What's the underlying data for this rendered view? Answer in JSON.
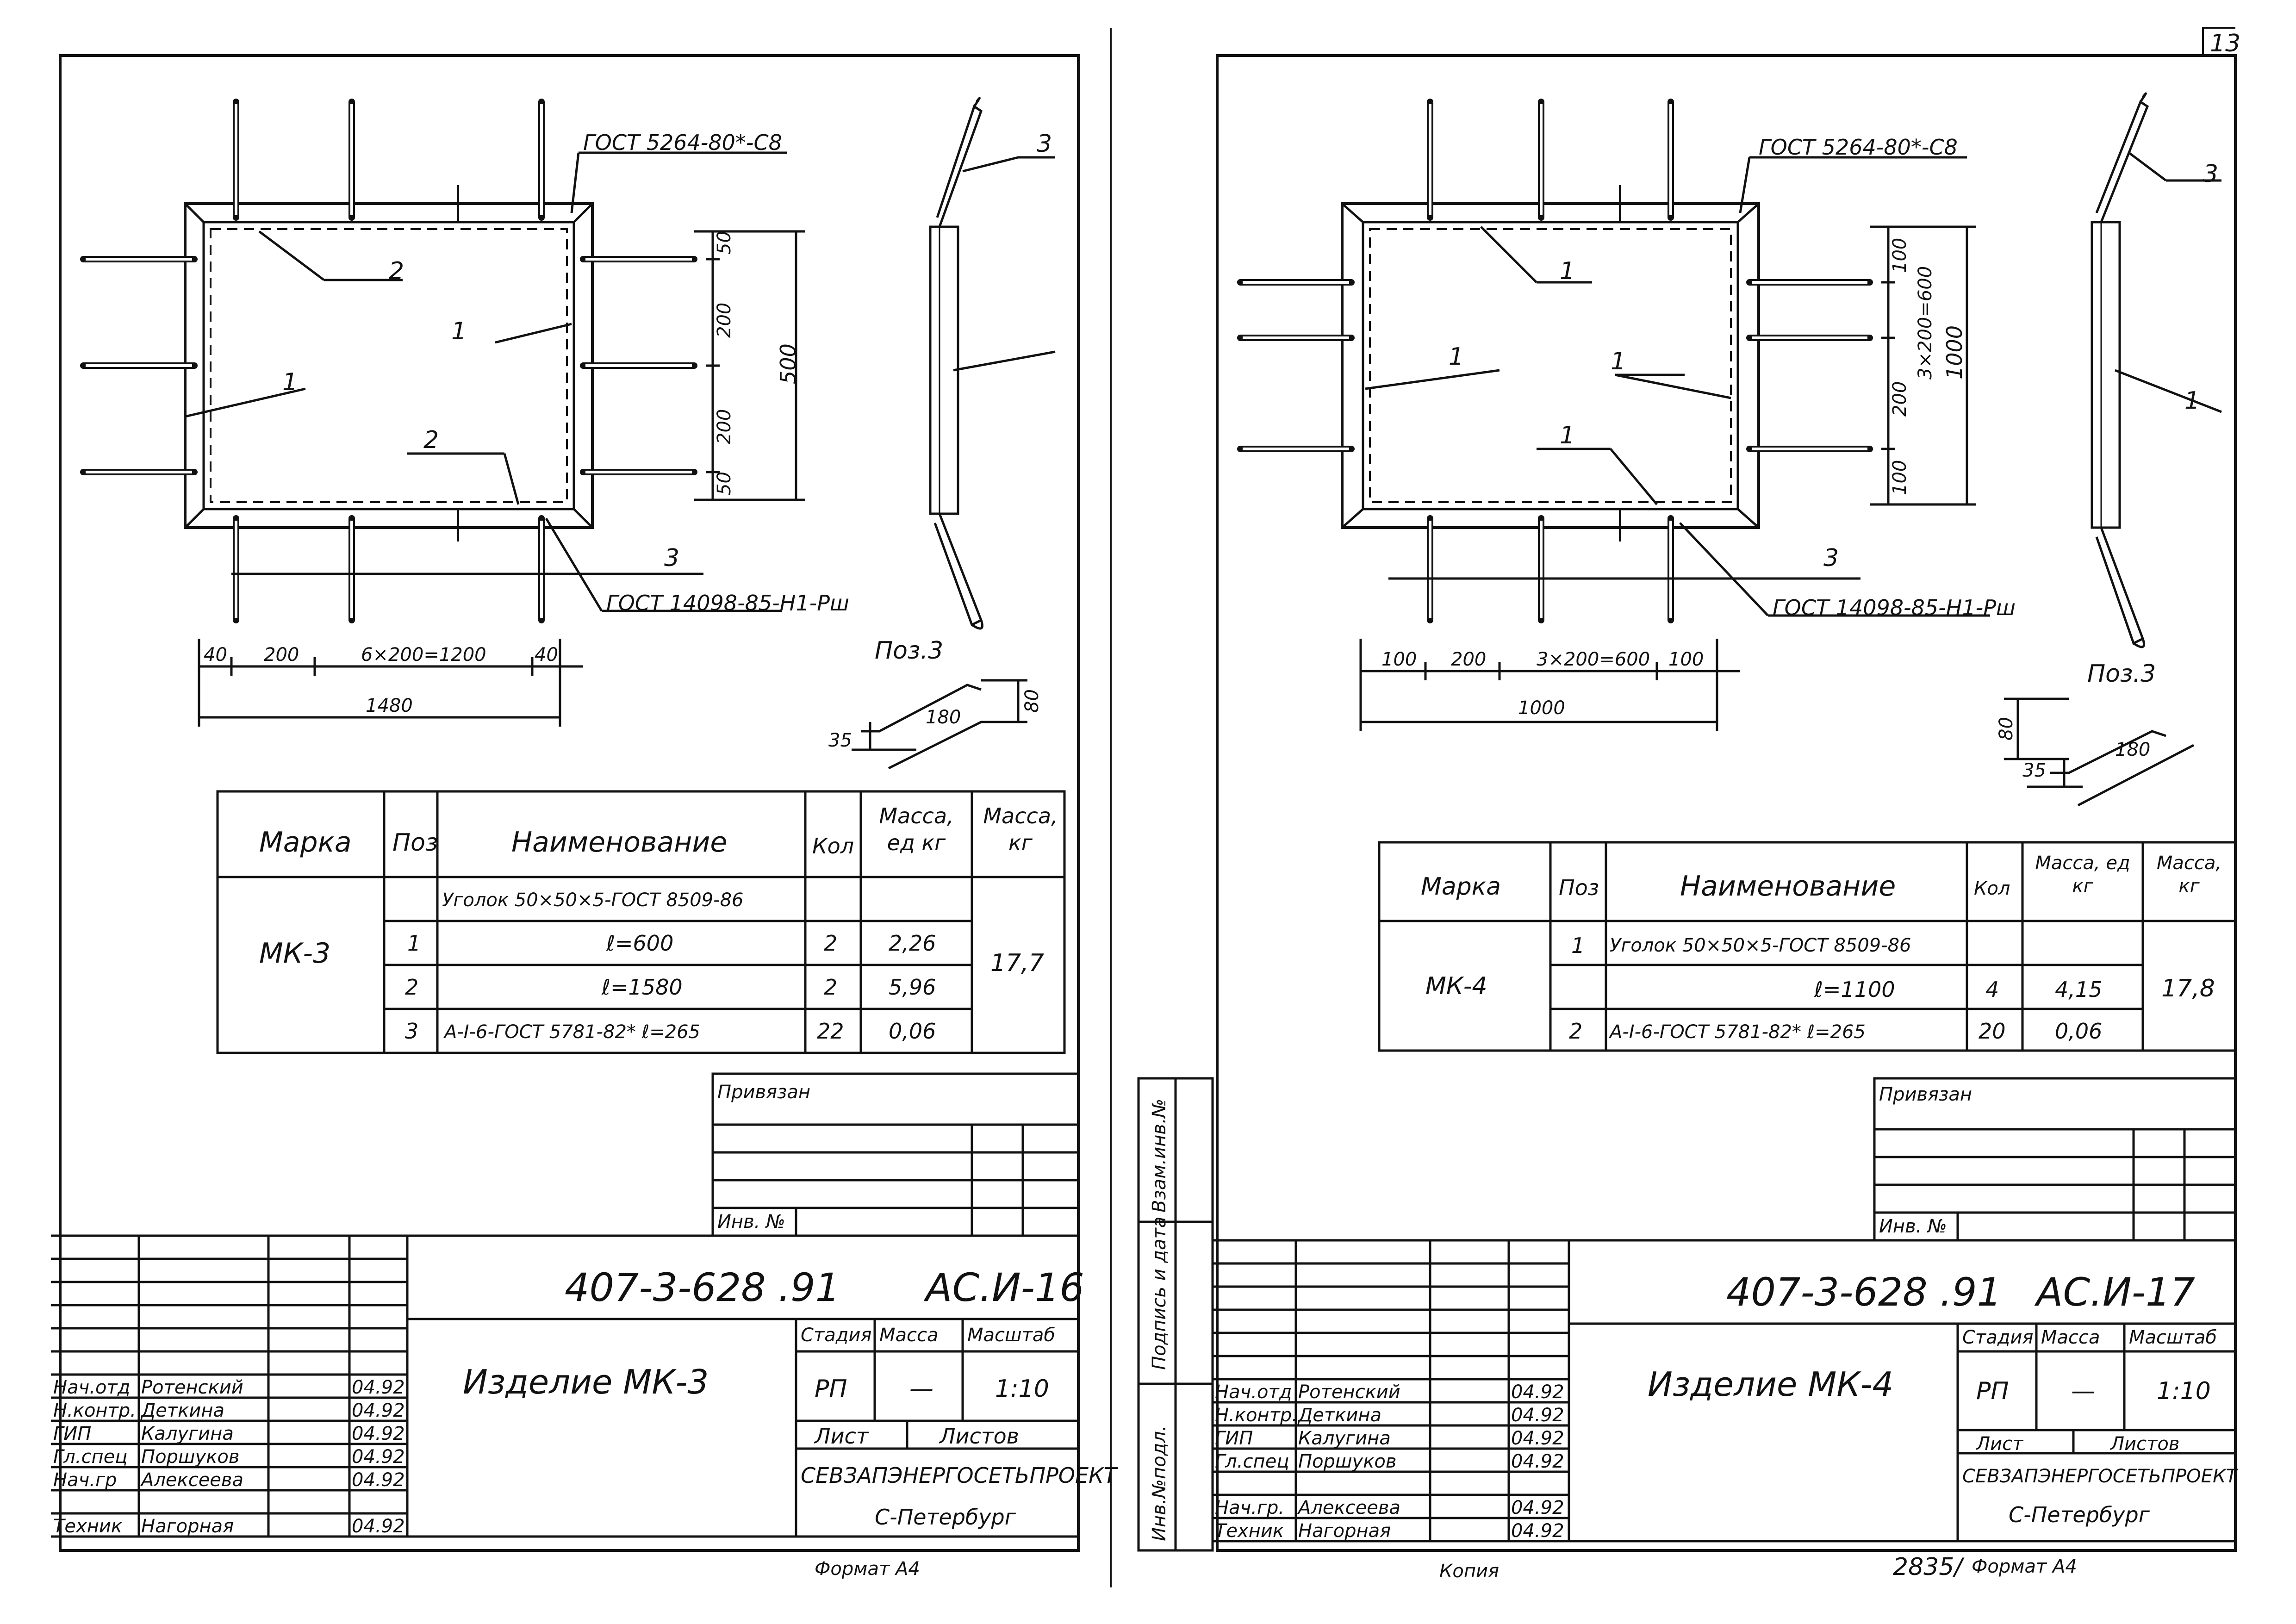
{
  "page_number": "13",
  "sheets": [
    {
      "id": "left",
      "drawing": {
        "gost_weld": "ГОСТ 5264-80*-С8",
        "gost_stud": "ГОСТ 14098-85-Н1-Рш",
        "callouts": [
          "1",
          "1",
          "2",
          "2",
          "3",
          "3"
        ],
        "dims_right": [
          "50",
          "200",
          "200",
          "50"
        ],
        "dim_total_right": "500",
        "dims_bottom": [
          "40",
          "200",
          "6×200=1200",
          "40"
        ],
        "dim_total_bottom": "1480",
        "pos3_title": "Поз.3",
        "pos3_dims": [
          "35",
          "180",
          "80"
        ]
      },
      "spec": {
        "headers": [
          "Марка",
          "Поз",
          "Наименование",
          "Кол",
          "Масса, ед кг",
          "Масса, кг"
        ],
        "mark": "МК-3",
        "total_mass": "17,7",
        "rows": [
          {
            "pos": "",
            "name": "Уголок 50×50×5-ГОСТ 8509-86",
            "qty": "",
            "mass": ""
          },
          {
            "pos": "1",
            "name": "ℓ=600",
            "qty": "2",
            "mass": "2,26"
          },
          {
            "pos": "2",
            "name": "ℓ=1580",
            "qty": "2",
            "mass": "5,96"
          },
          {
            "pos": "3",
            "name": "А-I-6-ГОСТ 5781-82*  ℓ=265",
            "qty": "22",
            "mass": "0,06"
          }
        ]
      },
      "binding": {
        "title": "Привязан",
        "inv": "Инв. №"
      },
      "title_block": {
        "code": "407-3-628 .91",
        "sheet_code": "АС.И-16",
        "name": "Изделие МК-3",
        "stage_label": "Стадия",
        "mass_label": "Масса",
        "scale_label": "Масштаб",
        "stage": "РП",
        "mass": "—",
        "scale": "1:10",
        "sheet_label": "Лист",
        "sheets_label": "Листов",
        "org": "СЕВЗАПЭНЕРГОСЕТЬПРОЕКТ",
        "city": "С-Петербург",
        "people": [
          {
            "role": "Нач.отд",
            "name": "Ротенский",
            "date": "04.92"
          },
          {
            "role": "Н.контр.",
            "name": "Деткина",
            "date": "04.92"
          },
          {
            "role": "ГИП",
            "name": "Калугина",
            "date": "04.92"
          },
          {
            "role": "Гл.спец",
            "name": "Поршуков",
            "date": "04.92"
          },
          {
            "role": "Нач.гр",
            "name": "Алексеева",
            "date": "04.92"
          },
          {
            "role": "Техник",
            "name": "Нагорная",
            "date": "04.92"
          }
        ]
      },
      "footer": "Формат А4"
    },
    {
      "id": "right",
      "drawing": {
        "gost_weld": "ГОСТ 5264-80*-С8",
        "gost_stud": "ГОСТ 14098-85-Н1-Рш",
        "callouts": [
          "1",
          "1",
          "1",
          "1",
          "1",
          "3",
          "3"
        ],
        "dims_right": [
          "100",
          "3×200=600",
          "200",
          "100"
        ],
        "dim_total_right": "1000",
        "dims_bottom": [
          "100",
          "200",
          "3×200=600",
          "100"
        ],
        "dim_total_bottom": "1000",
        "pos3_title": "Поз.3",
        "pos3_dims": [
          "35",
          "180",
          "80"
        ]
      },
      "spec": {
        "headers": [
          "Марка",
          "Поз",
          "Наименование",
          "Кол",
          "Масса, ед кг",
          "Масса, кг"
        ],
        "mark": "МК-4",
        "total_mass": "17,8",
        "rows": [
          {
            "pos": "1",
            "name": "Уголок 50×50×5-ГОСТ 8509-86",
            "qty": "",
            "mass": ""
          },
          {
            "pos": "",
            "name": "ℓ=1100",
            "qty": "4",
            "mass": "4,15"
          },
          {
            "pos": "2",
            "name": "А-I-6-ГОСТ 5781-82*  ℓ=265",
            "qty": "20",
            "mass": "0,06"
          }
        ]
      },
      "binding": {
        "title": "Привязан",
        "inv": "Инв. №"
      },
      "title_block": {
        "code": "407-3-628 .91",
        "sheet_code": "АС.И-17",
        "name": "Изделие МК-4",
        "stage_label": "Стадия",
        "mass_label": "Масса",
        "scale_label": "Масштаб",
        "stage": "РП",
        "mass": "—",
        "scale": "1:10",
        "sheet_label": "Лист",
        "sheets_label": "Листов",
        "org": "СЕВЗАПЭНЕРГОСЕТЬПРОЕКТ",
        "city": "С-Петербург",
        "people": [
          {
            "role": "Нач.отд",
            "name": "Ротенский",
            "date": "04.92"
          },
          {
            "role": "Н.контр.",
            "name": "Деткина",
            "date": "04.92"
          },
          {
            "role": "ГИП",
            "name": "Калугина",
            "date": "04.92"
          },
          {
            "role": "Гл.спец",
            "name": "Поршуков",
            "date": "04.92"
          },
          {
            "role": "Нач.гр.",
            "name": "Алексеева",
            "date": "04.92"
          },
          {
            "role": "Техник",
            "name": "Нагорная",
            "date": "04.92"
          }
        ]
      },
      "side_stamp": [
        "Взам.инв.№",
        "Подпись и дата",
        "Инв.№подл."
      ],
      "footer_copy": "Копия",
      "footer_num": "2835/",
      "footer": "Формат А4"
    }
  ]
}
